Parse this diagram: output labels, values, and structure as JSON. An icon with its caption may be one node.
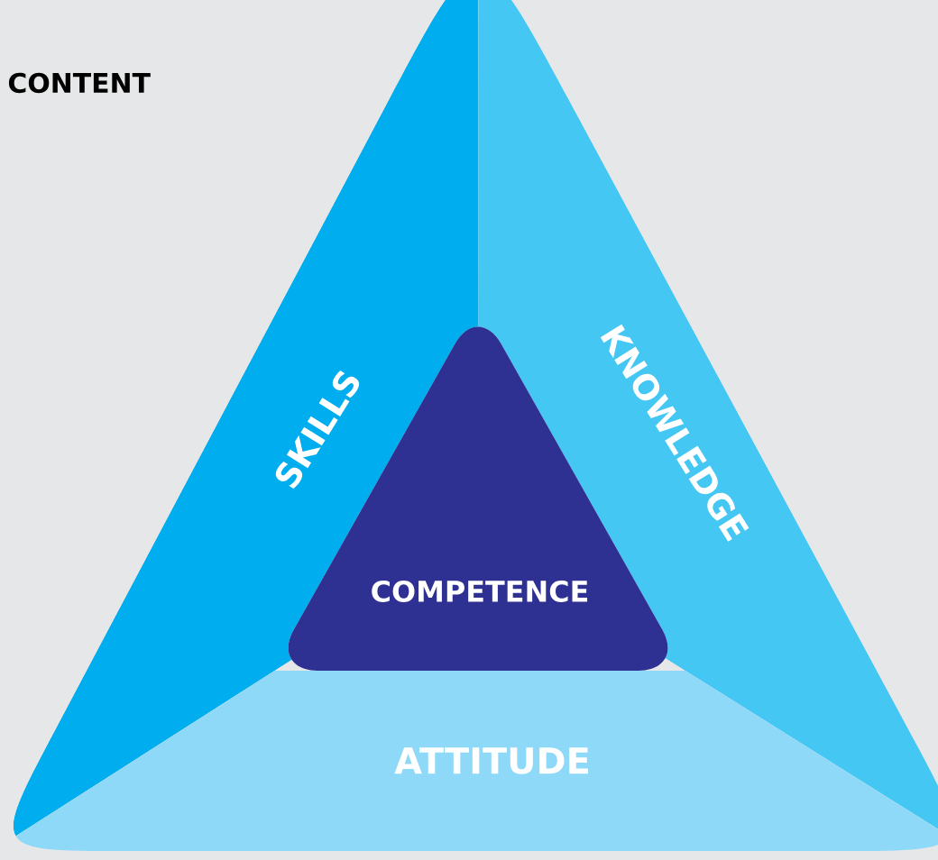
{
  "diagram": {
    "nodes": [
      {
        "text": [
          "SKILLS"
        ]
      },
      {
        "text": [
          "KNOWLEDGE"
        ]
      },
      {
        "text": [
          "COMPETENCE"
        ]
      },
      {
        "text": [
          "ATTITUDE"
        ]
      }
    ],
    "labels": [
      "CONTENT"
    ]
  }
}
